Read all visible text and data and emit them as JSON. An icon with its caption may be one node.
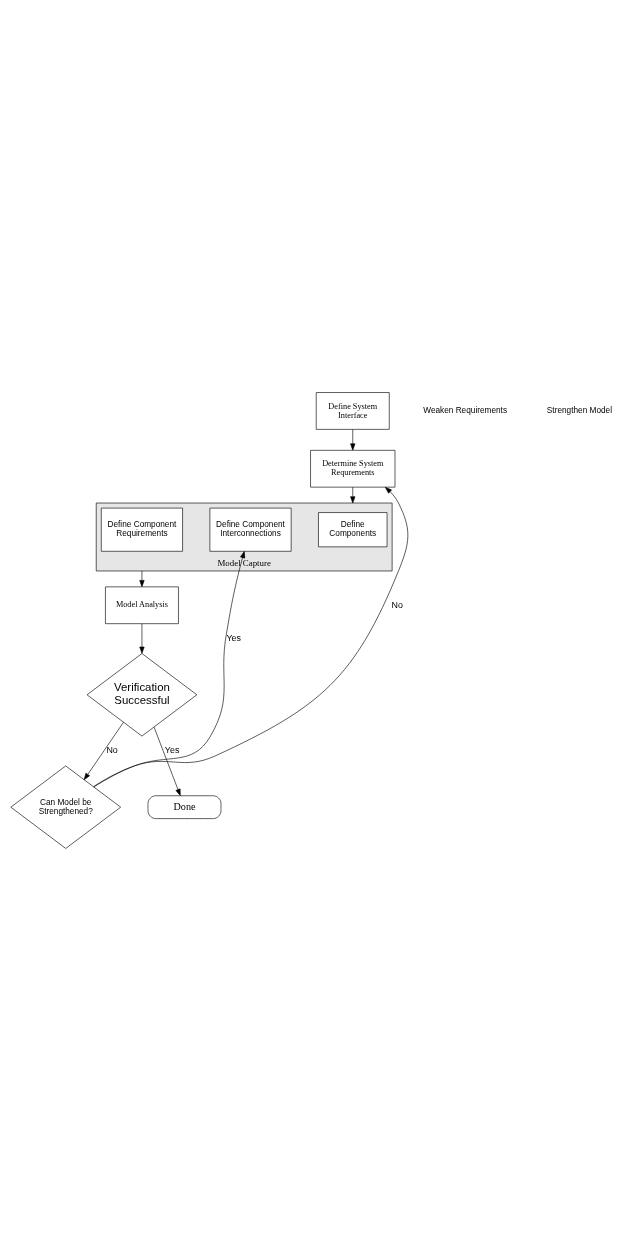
{
  "diagram": {
    "nodes": [
      {
        "text": [
          "Define System Interface"
        ]
      },
      {
        "text": [
          "Determine System Requrements"
        ]
      },
      {
        "text": [
          "Model Capture"
        ]
      },
      {
        "text": [
          "Define Components"
        ],
        "in": 2
      },
      {
        "text": [
          "Define Component Interconnections"
        ],
        "in": 2
      },
      {
        "text": [
          "Define Component Requirements"
        ],
        "in": 2
      },
      {
        "text": [
          "Model Analysis"
        ]
      },
      {
        "text": [
          "Verification Successful"
        ]
      },
      {
        "text": [
          "Can Model be Strengthened?"
        ]
      },
      {
        "text": [
          "Done"
        ]
      }
    ],
    "edges": [
      {
        "from": 0,
        "to": 1,
        "arrow": "to"
      },
      {
        "from": 1,
        "to": 2,
        "arrow": "to"
      },
      {
        "from": 2,
        "to": 6,
        "arrow": "to"
      },
      {
        "from": 6,
        "to": 7,
        "arrow": "to"
      },
      {
        "from": 7,
        "to": 8,
        "arrow": "to",
        "label": "No"
      },
      {
        "from": 8,
        "to": 4,
        "arrow": "to",
        "label": "Yes"
      },
      {
        "from": 8,
        "to": 1,
        "arrow": "to",
        "label": "No"
      },
      {
        "from": 7,
        "to": 9,
        "arrow": "to",
        "label": "Yes"
      }
    ],
    "labels": [
      "Weaken Requirements",
      "Strengthen Model"
    ]
  }
}
